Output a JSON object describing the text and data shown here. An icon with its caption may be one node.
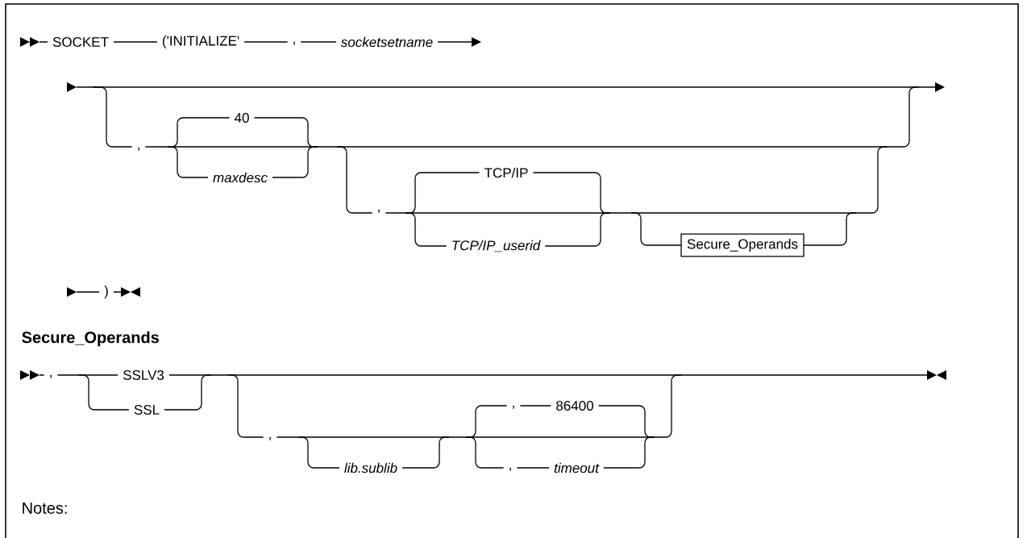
{
  "diagram": {
    "nodes": [
      {
        "text": [
          "Secure_Operands"
        ]
      }
    ],
    "labels": [
      "SOCKET",
      "('INITIALIZE'",
      ",",
      "socketsetname",
      ",",
      "40",
      "maxdesc",
      ",",
      "TCP/IP",
      "TCP/IP_userid",
      ")",
      "Secure_Operands",
      ",",
      "SSLV3",
      "SSL",
      ",",
      "lib.sublib",
      ",",
      "86400",
      ",",
      "timeout",
      "Notes:"
    ]
  }
}
